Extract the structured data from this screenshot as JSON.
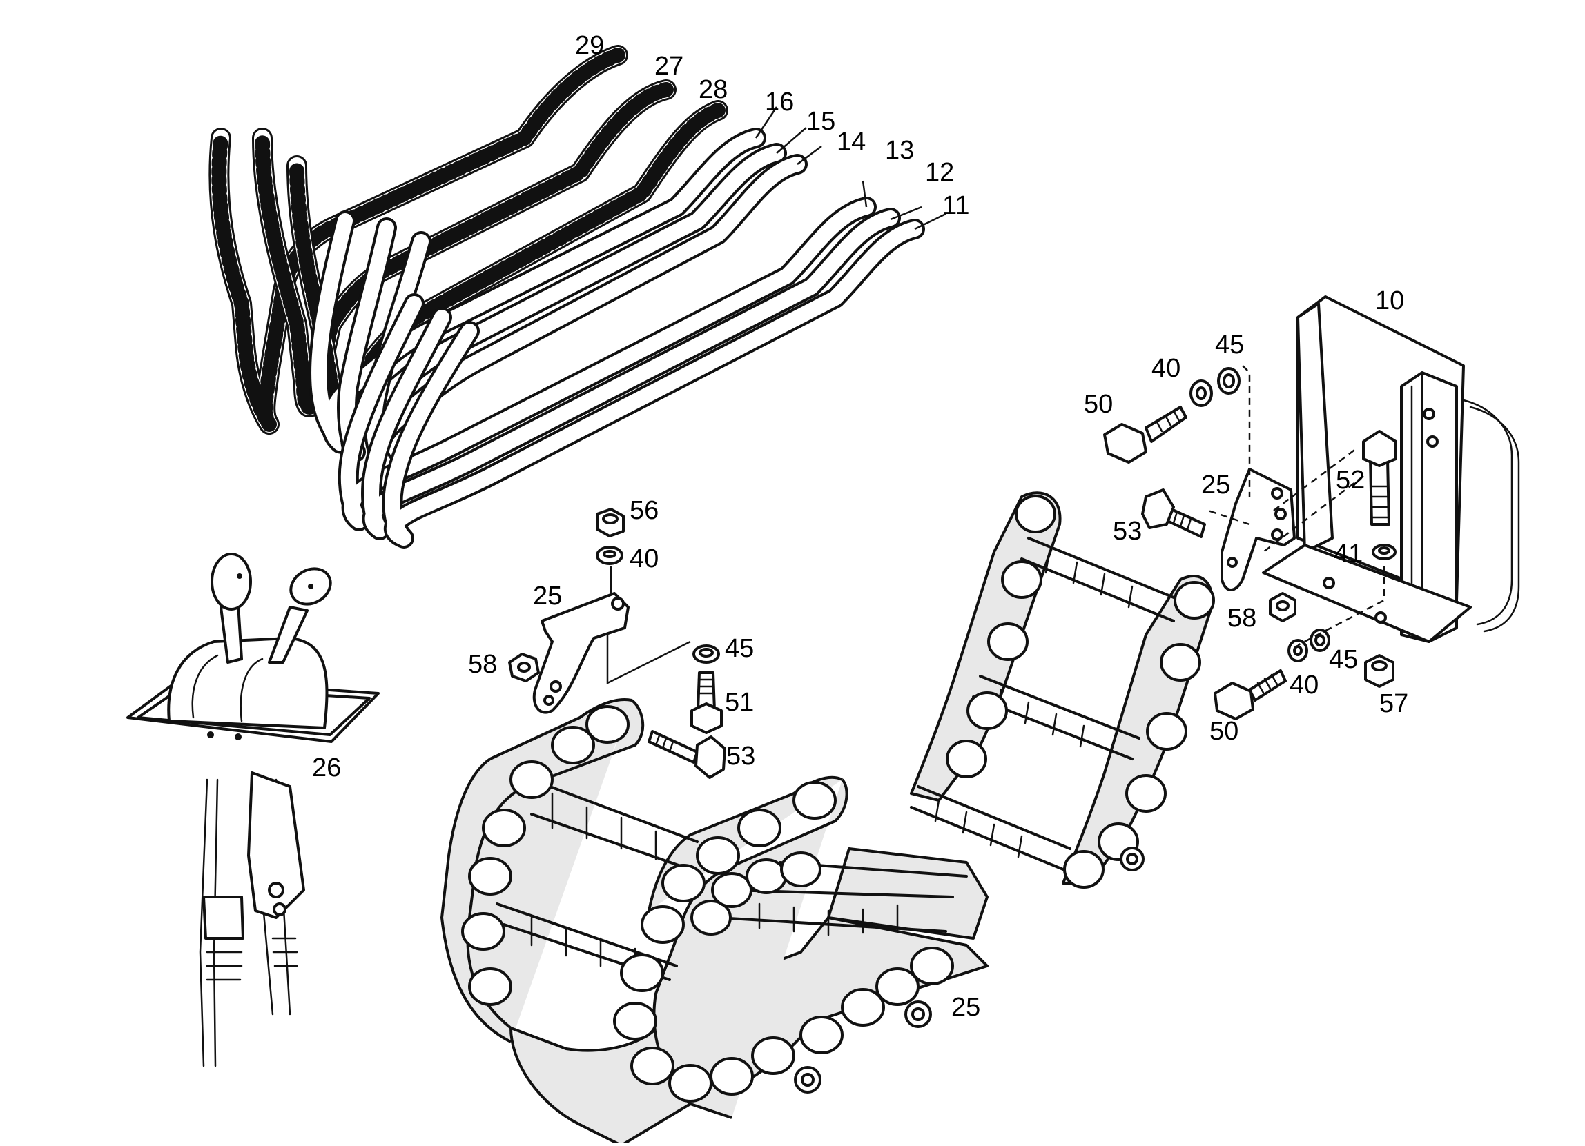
{
  "labels": {
    "l10": "10",
    "l11": "11",
    "l12": "12",
    "l13": "13",
    "l14": "14",
    "l15": "15",
    "l16": "16",
    "l25a": "25",
    "l25b": "25",
    "l25c": "25",
    "l26": "26",
    "l27": "27",
    "l28": "28",
    "l29": "29",
    "l40a": "40",
    "l40b": "40",
    "l40c": "40",
    "l41": "41",
    "l45a": "45",
    "l45b": "45",
    "l45c": "45",
    "l50a": "50",
    "l50b": "50",
    "l51": "51",
    "l52": "52",
    "l53a": "53",
    "l53b": "53",
    "l56": "56",
    "l57": "57",
    "l58a": "58",
    "l58b": "58"
  }
}
